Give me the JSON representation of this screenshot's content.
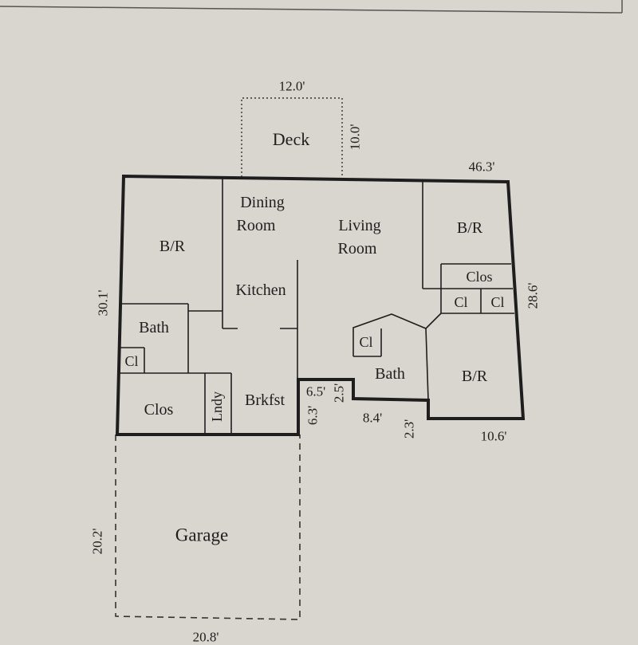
{
  "rooms": {
    "deck": "Deck",
    "dining_line1": "Dining",
    "dining_line2": "Room",
    "living_line1": "Living",
    "living_line2": "Room",
    "br_left": "B/R",
    "br_right_top": "B/R",
    "br_right_bottom": "B/R",
    "kitchen": "Kitchen",
    "bath_left": "Bath",
    "bath_right": "Bath",
    "cl_left": "Cl",
    "cl_right_a": "Cl",
    "cl_right_b": "Cl",
    "cl_bath": "Cl",
    "clos_right": "Clos",
    "clos_left": "Clos",
    "laundry": "Lndy",
    "breakfast": "Brkfst",
    "garage": "Garage"
  },
  "dimensions": {
    "deck_width": "12.0'",
    "deck_depth": "10.0'",
    "top_width": "46.3'",
    "left_height": "30.1'",
    "right_height": "28.6'",
    "notch_width": "6.5'",
    "notch_depth": "2.5'",
    "notch_side": "6.3'",
    "bath_span": "8.4'",
    "step_depth": "2.3'",
    "bottom_right": "10.6'",
    "garage_depth": "20.2'",
    "garage_width": "20.8'"
  },
  "colors": {
    "paper": "#d9d6cf",
    "line": "#1e1e1e"
  }
}
